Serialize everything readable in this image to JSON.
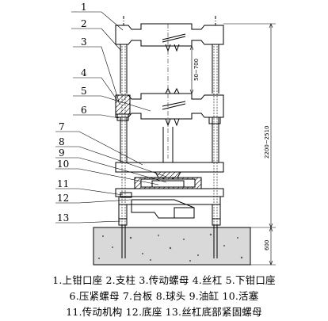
{
  "callouts": [
    "1",
    "2",
    "3",
    "4",
    "5",
    "6",
    "7",
    "8",
    "9",
    "10",
    "11",
    "12",
    "13"
  ],
  "dimensions": {
    "upper_gap": "50~700",
    "overall_height": "2200~2510",
    "foundation_depth": "600"
  },
  "legend": {
    "line1": "1.上钳口座  2.支柱  3.传动螺母  4.丝杠  5.下钳口座",
    "line2": "6.压紧螺母  7.台板  8.球头  9.油缸  10.活塞",
    "line3": "11.传动机构  12.底座  13.丝杠底部紧固螺母"
  }
}
